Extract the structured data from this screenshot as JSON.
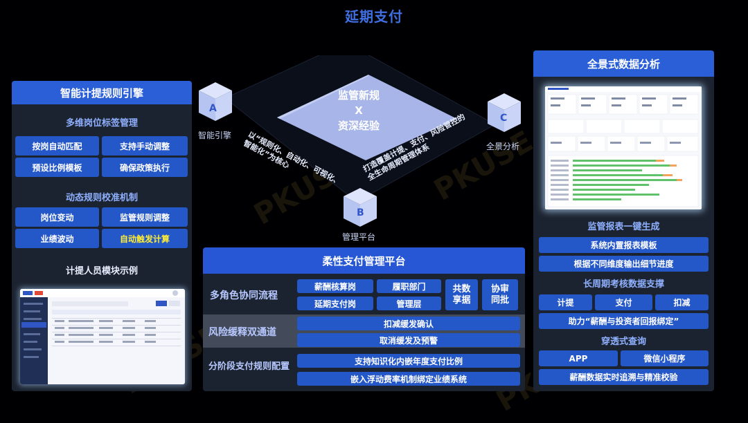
{
  "title": "延期支付",
  "left": {
    "header": "智能计提规则引擎",
    "section1": "多维岗位标签管理",
    "buttons1": [
      "按岗自动匹配",
      "支持手动调整",
      "预设比例模板",
      "确保政策执行"
    ],
    "section2": "动态规则校准机制",
    "buttons2": [
      "岗位变动",
      "监管规则调整",
      "业绩波动",
      "自动触发计算"
    ],
    "section3": "计提人员模块示例"
  },
  "center_diagram": {
    "diamond_lines": [
      "监管新规",
      "X",
      "资深经验"
    ],
    "left_text": [
      "以“规则化、自动化、可视化、",
      "智能化”为核心"
    ],
    "right_text": [
      "打造覆盖计提、支付、风险管控的",
      "全生命周期管理体系"
    ],
    "cube_a": "A",
    "label_a": "智能引擎",
    "cube_b": "B",
    "label_b": "管理平台",
    "cube_c": "C",
    "label_c": "全景分析"
  },
  "center": {
    "header": "柔性支付管理平台",
    "row1_label": "多角色协同流程",
    "roles": [
      "薪酬核算岗",
      "履职部门",
      "延期支付岗",
      "管理层"
    ],
    "share": "共数享据",
    "approve": "协审同批",
    "row2_label": "风险缓释双通道",
    "channels": [
      "扣减缓发确认",
      "取消缓发及预警"
    ],
    "row3_label": "分阶段支付规则配置",
    "rules": [
      "支持知识化内嵌年度支付比例",
      "嵌入浮动费率机制绑定业绩系统"
    ]
  },
  "right": {
    "header": "全景式数据分析",
    "section1": "监管报表一键生成",
    "buttons1": [
      "系统内置报表模板",
      "根据不同维度输出细节进度"
    ],
    "section2": "长周期考核数据支撑",
    "buttons2": [
      "计提",
      "支付",
      "扣减"
    ],
    "wide2": "助力“薪酬与投资者回报绑定”",
    "section3": "穿透式查询",
    "buttons3": [
      "APP",
      "微信小程序"
    ],
    "wide3": "薪酬数据实时追溯与精准校验"
  },
  "watermark": "PKUSE",
  "colors": {
    "accent": "#2a5fd8",
    "button": "#2457c8",
    "highlight": "#ffee33",
    "panel": "#1c2330",
    "title": "#3f6fe0"
  }
}
